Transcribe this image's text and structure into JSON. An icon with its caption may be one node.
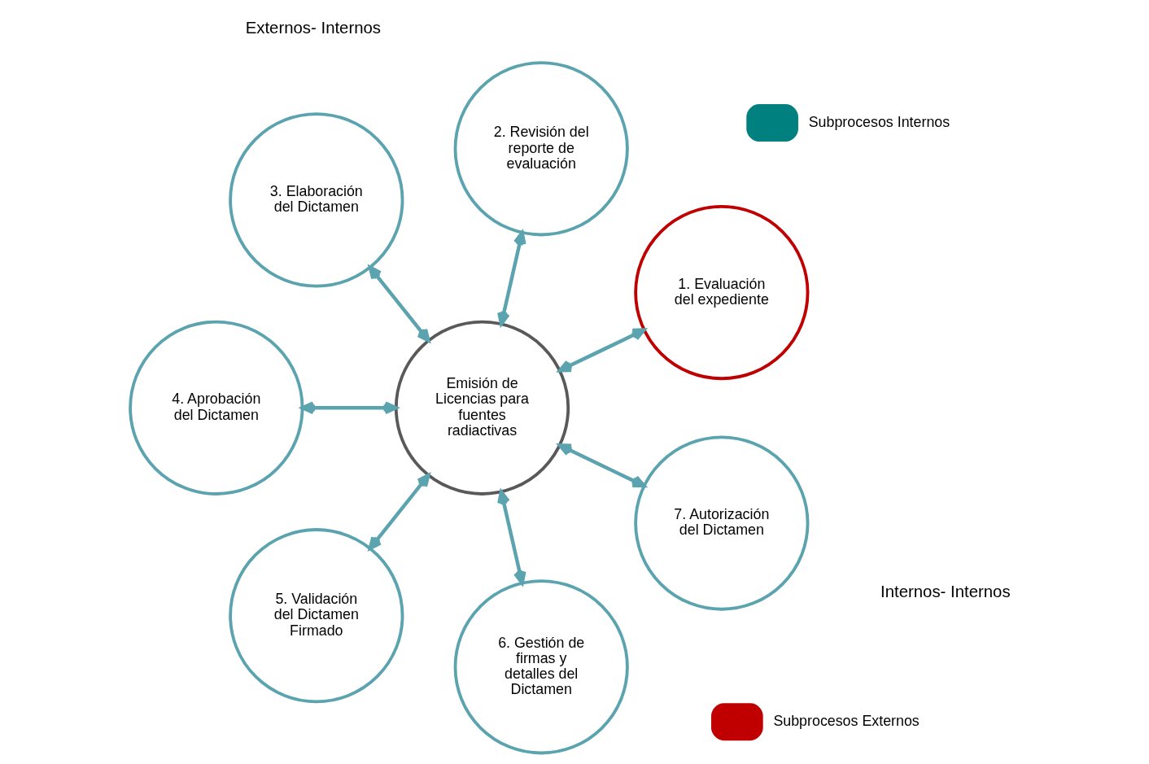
{
  "diagram": {
    "nodes": [
      {
        "text": [
          "Emisión de Licencias para fuentes radiactivas"
        ]
      },
      {
        "text": [
          "1. Evaluación del expediente"
        ]
      },
      {
        "text": [
          "2. Revisión del reporte de evaluación"
        ]
      },
      {
        "text": [
          "3. Elaboración del Dictamen"
        ]
      },
      {
        "text": [
          "4. Aprobación del Dictamen"
        ]
      },
      {
        "text": [
          "5. Validación del Dictamen Firmado"
        ]
      },
      {
        "text": [
          "6. Gestión de firmas y detalles del Dictamen"
        ]
      },
      {
        "text": [
          "7. Autorización del Dictamen"
        ]
      }
    ],
    "edges": [
      {
        "from": 0,
        "to": 1,
        "arrow": "both"
      },
      {
        "from": 0,
        "to": 2,
        "arrow": "both"
      },
      {
        "from": 0,
        "to": 3,
        "arrow": "both"
      },
      {
        "from": 0,
        "to": 4,
        "arrow": "both"
      },
      {
        "from": 0,
        "to": 5,
        "arrow": "both"
      },
      {
        "from": 0,
        "to": 6,
        "arrow": "both"
      },
      {
        "from": 0,
        "to": 7,
        "arrow": "both"
      }
    ],
    "labels": [
      "Externos- Internos",
      "Internos- Internos"
    ],
    "legend": [
      {
        "text": "Subprocesos Internos",
        "color": "#00807f"
      },
      {
        "text": "Subprocesos Externos",
        "color": "#c00000"
      }
    ]
  }
}
